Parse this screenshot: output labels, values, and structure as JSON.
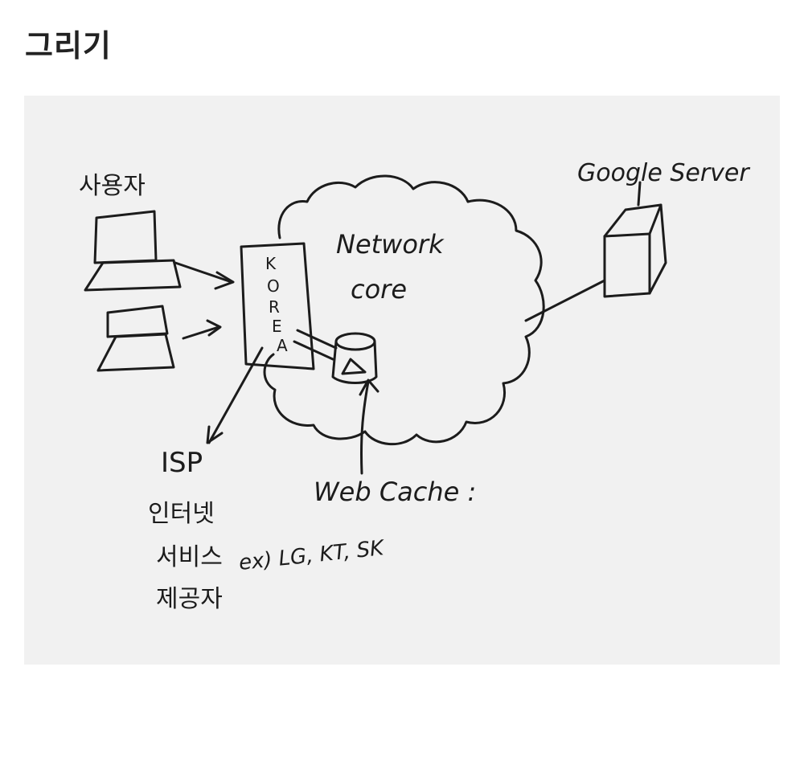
{
  "page_title": "그리기",
  "drawing": {
    "user_label": "사용자",
    "korea_letters": [
      "K",
      "O",
      "R",
      "E",
      "A"
    ],
    "network_core_line1": "Network",
    "network_core_line2": "core",
    "google_server_label": "Google Server",
    "web_cache_label": "Web Cache :",
    "isp_label": "ISP",
    "isp_desc_line1": "인터넷",
    "isp_desc_line2": "서비스",
    "isp_desc_line3": "제공자",
    "isp_example": "ex) LG, KT, SK"
  }
}
